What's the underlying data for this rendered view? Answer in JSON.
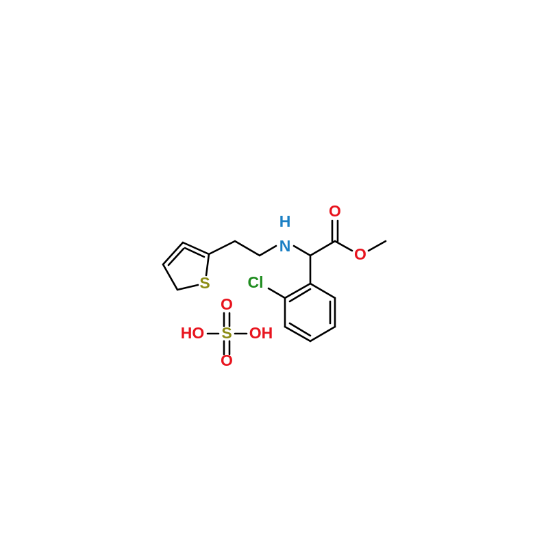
{
  "colors": {
    "bond": "#000000",
    "O": "#e8141e",
    "N": "#1a7fc4",
    "S": "#8c8c14",
    "Cl": "#1e8c1e"
  },
  "labels": {
    "n": "N",
    "nh": "H",
    "o_carbonyl": "O",
    "o_ester": "O",
    "s_thiophene": "S",
    "cl": "Cl",
    "sulfuric_s": "S",
    "sulfuric_o_top": "O",
    "sulfuric_o_bottom": "O",
    "sulfuric_oh_left": "HO",
    "sulfuric_oh_right": "OH"
  }
}
